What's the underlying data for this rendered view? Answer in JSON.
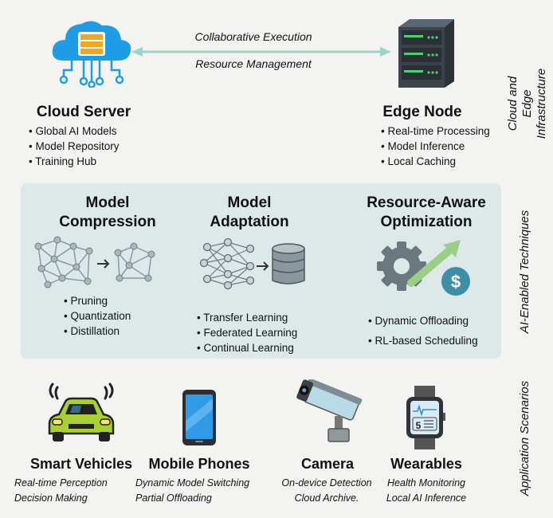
{
  "infrastructure": {
    "section_label": "Cloud and Edge Infrastructure",
    "arrow_top_label": "Collaborative Execution",
    "arrow_bottom_label": "Resource Management",
    "cloud": {
      "title": "Cloud Server",
      "items": [
        "Global AI Models",
        "Model Repository",
        "Training Hub"
      ]
    },
    "edge": {
      "title": "Edge Node",
      "items": [
        "Real-time Processing",
        "Model Inference",
        "Local Caching"
      ]
    }
  },
  "techniques": {
    "section_label": "AI-Enabled Techniques",
    "compression": {
      "title_line1": "Model",
      "title_line2": "Compression",
      "items": [
        "Pruning",
        "Quantization",
        "Distillation"
      ]
    },
    "adaptation": {
      "title_line1": "Model",
      "title_line2": "Adaptation",
      "items": [
        "Transfer Learning",
        "Federated Learning",
        "Continual Learning"
      ]
    },
    "optimization": {
      "title_line1": "Resource-Aware",
      "title_line2": "Optimization",
      "items": [
        "Dynamic Offloading",
        "RL-based Scheduling"
      ]
    }
  },
  "scenarios": {
    "section_label": "Application Scenarios",
    "vehicles": {
      "title": "Smart Vehicles",
      "line1": "Real-time Perception",
      "line2": "Decision Making"
    },
    "phones": {
      "title": "Mobile Phones",
      "line1": "Dynamic Model Switching",
      "line2": "Partial Offloading"
    },
    "camera": {
      "title": "Camera",
      "line1": "On-device Detection",
      "line2": "Cloud Archive."
    },
    "wearables": {
      "title": "Wearables",
      "line1": "Health Monitoring",
      "line2": "Local AI Inference",
      "watch_digit": "5"
    }
  },
  "colors": {
    "accent_blue": "#1f9ce6",
    "accent_orange": "#f2a81d",
    "arrow_teal": "#9fd3c7",
    "panel": "#dde8e9",
    "network_gray": "#8a9aa2"
  }
}
